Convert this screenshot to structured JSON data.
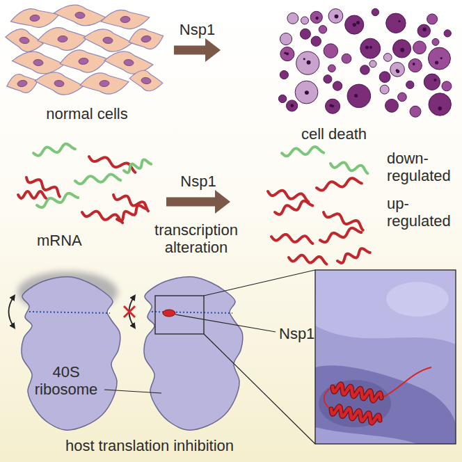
{
  "diagram": {
    "caption": "host translation inhibition",
    "nodes": [
      {
        "text": [
          "normal cells"
        ]
      },
      {
        "text": [
          "cell death"
        ]
      },
      {
        "text": [
          "mRNA"
        ]
      },
      {
        "text": [
          "down-regulated",
          "up-regulated"
        ]
      }
    ],
    "edges": [
      {
        "from": 0,
        "to": 1,
        "arrow": "to",
        "label": "Nsp1"
      },
      {
        "from": 2,
        "to": 3,
        "arrow": "to",
        "label": "Nsp1"
      }
    ],
    "labels": [
      "transcription alteration",
      "40S ribosome",
      "Nsp1"
    ]
  }
}
